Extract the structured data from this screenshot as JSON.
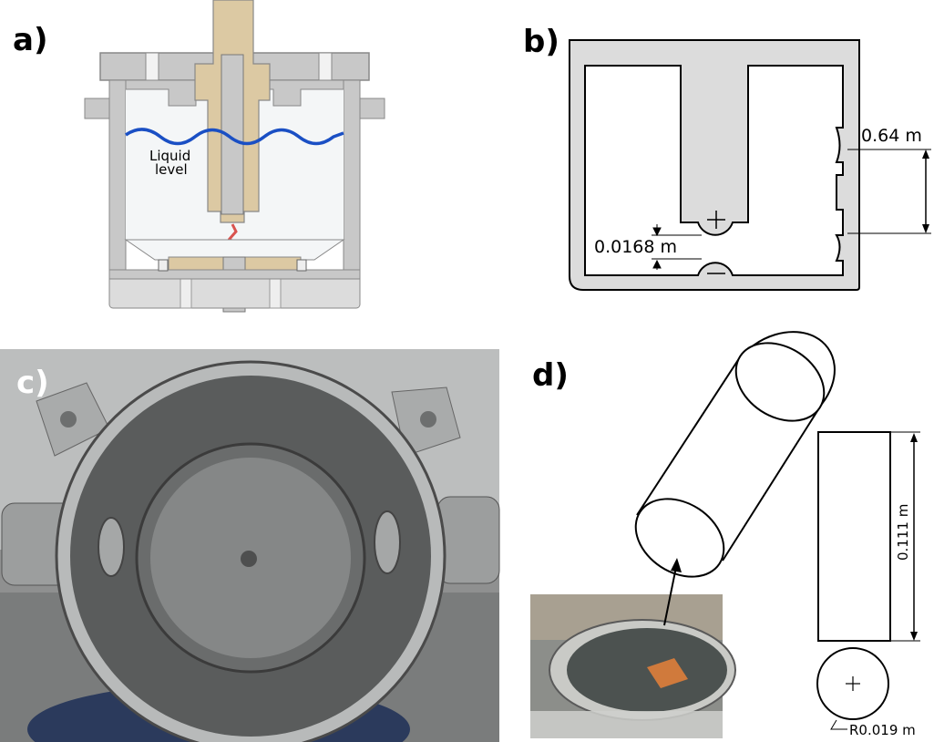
{
  "panels": {
    "a": {
      "label": "a)",
      "liquid_level_line1": "Liquid",
      "liquid_level_line2": "level"
    },
    "b": {
      "label": "b)",
      "dim_height": "0.64 m",
      "dim_gap": "0.0168 m"
    },
    "c": {
      "label": "c)"
    },
    "d": {
      "label": "d)",
      "dim_length": "0.111 m",
      "dim_radius": "R0.019 m"
    }
  },
  "colors": {
    "wall_gray": "#c8c8c8",
    "fill_light_gray": "#dcdcdc",
    "interior": "#f4f6f7",
    "electrode_tan": "#dcc9a3",
    "liquid_blue": "#1a4fc4",
    "arc_red": "#d9534f",
    "photo_bg": "#8a8a8a"
  },
  "icons": [
    "crosshair-icon",
    "minus-icon",
    "arrow-icon"
  ]
}
